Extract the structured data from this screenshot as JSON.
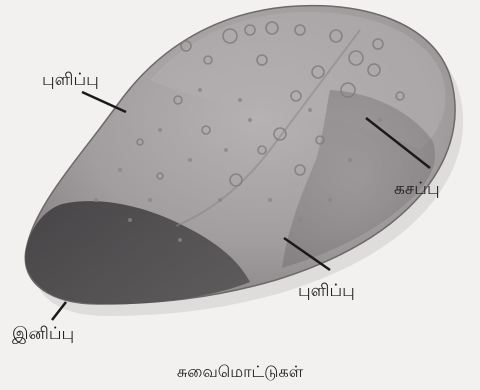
{
  "labels": {
    "sour_upper": "புளிப்பு",
    "bitter": "கசப்பு",
    "sour_lower": "புளிப்பு",
    "sweet": "இனிப்பு"
  },
  "caption": "சுவைமொட்டுகள்",
  "colors": {
    "background": "#f2f1ef",
    "tongue_light": "#a9a5a6",
    "tongue_mid": "#8f8a8c",
    "tongue_dark": "#4c4a4c",
    "leader_line": "#1a1a1a"
  }
}
